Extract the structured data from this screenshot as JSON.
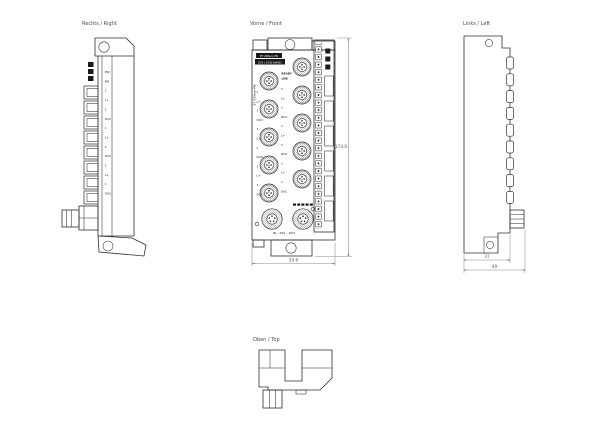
{
  "colors": {
    "background": "#ffffff",
    "drawing_line": "#2e2e2e",
    "dimension_line": "#8a8a8a",
    "dimension_text": "#55606e",
    "hatch": "#909090"
  },
  "views": {
    "right": {
      "title": "Rechts / Right",
      "connector_labels": [
        "PW",
        "PN",
        "1",
        "L+",
        "1",
        "DI/C",
        "1",
        "L+",
        "1",
        "DI/C",
        "1",
        "L+",
        "1",
        "DI/C"
      ]
    },
    "front": {
      "title": "Vorne / Front",
      "nameplate_line1": "ET 200eco PN",
      "nameplate_line2": "8 DI / 8 DQ  8xM12",
      "side_code": "ET 200eco PN",
      "status_line1": "READY",
      "status_line2": "LNK",
      "left_port_labels": [
        "1",
        "L+",
        "1",
        "DI/C",
        "1",
        "L+",
        "1",
        "DI/C",
        "1",
        "L+",
        "1",
        "DI/C"
      ],
      "mid_port_labels": [
        "1",
        "L+",
        "1",
        "DI/C",
        "1",
        "L+",
        "1",
        "DI/C",
        "1",
        "L+",
        "1",
        "DI/C"
      ],
      "power_caption": "IN – 24V – OUT"
    },
    "left": {
      "title": "Links / Left"
    },
    "top": {
      "title": "Oben / Top"
    }
  },
  "dimensions": {
    "height": "174.8",
    "width": "59.6",
    "depth_body": "37",
    "depth_total": "49"
  }
}
